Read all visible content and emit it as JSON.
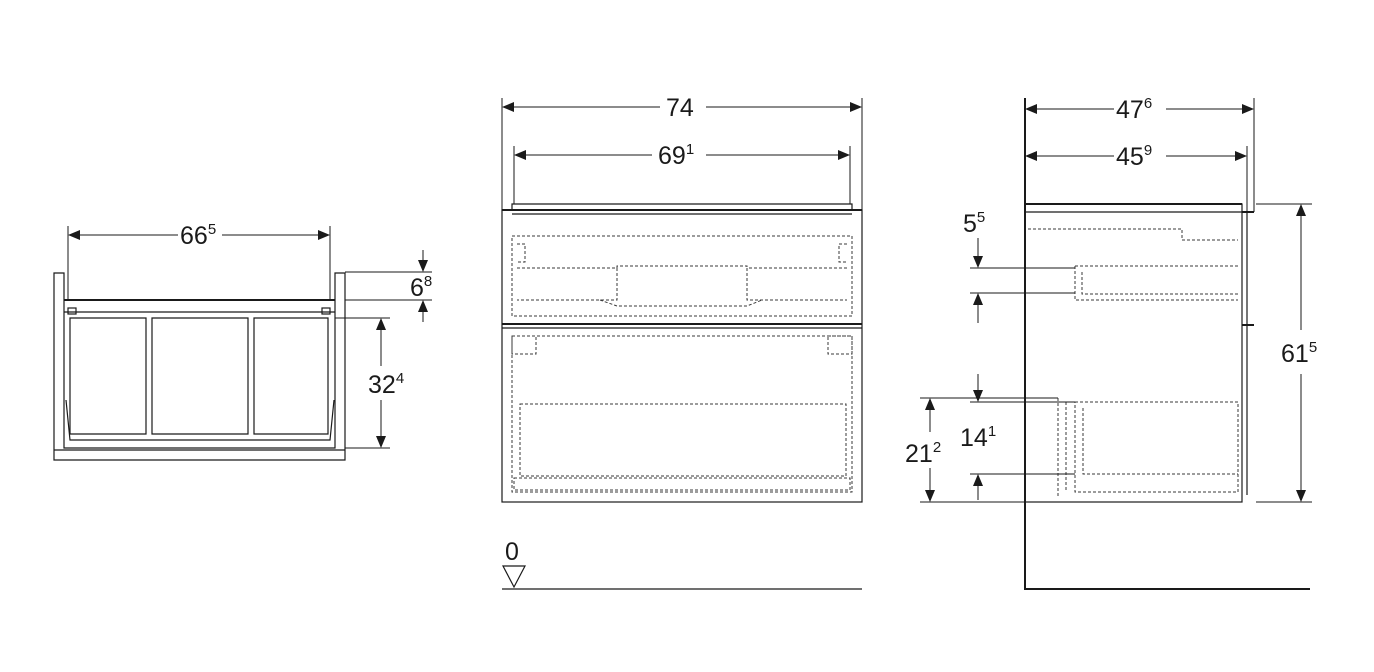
{
  "dimensions": {
    "left_width": {
      "main": "66",
      "sup": "5"
    },
    "left_top": {
      "main": "6",
      "sup": "8"
    },
    "left_height": {
      "main": "32",
      "sup": "4"
    },
    "front_outer": {
      "main": "74",
      "sup": ""
    },
    "front_inner": {
      "main": "69",
      "sup": "1"
    },
    "side_outer": {
      "main": "47",
      "sup": "6"
    },
    "side_inner": {
      "main": "45",
      "sup": "9"
    },
    "side_top": {
      "main": "5",
      "sup": "5"
    },
    "side_height": {
      "main": "61",
      "sup": "5"
    },
    "side_lower": {
      "main": "21",
      "sup": "2"
    },
    "side_drawer": {
      "main": "14",
      "sup": "1"
    },
    "floor_level": {
      "main": "0",
      "sup": ""
    }
  },
  "colors": {
    "line": "#1a1a1a",
    "background": "#ffffff"
  }
}
